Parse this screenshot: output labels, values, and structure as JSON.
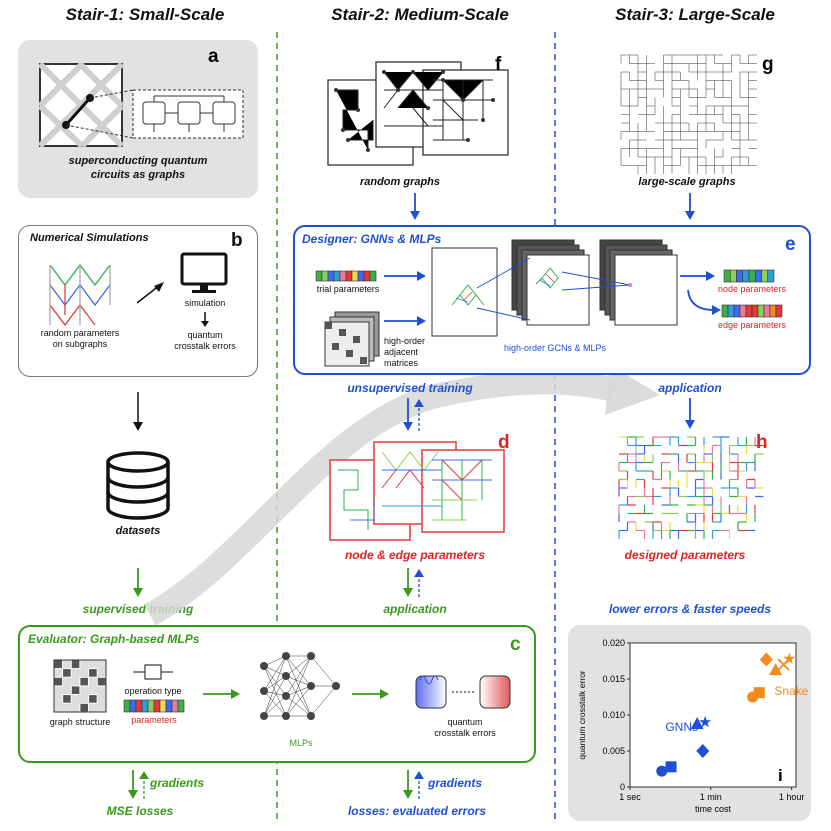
{
  "columns": {
    "stair1": "Stair-1: Small-Scale",
    "stair2": "Stair-2: Medium-Scale",
    "stair3": "Stair-3: Large-Scale"
  },
  "panel_a": {
    "letter": "a",
    "caption": "superconducting quantum\ncircuits as graphs"
  },
  "panel_b": {
    "letter": "b",
    "title": "Numerical Simulations",
    "left_caption": "random parameters\non subgraphs",
    "sim_label": "simulation",
    "out_label": "quantum\ncrosstalk errors"
  },
  "datasets_label": "datasets",
  "supervised_label": "supervised training",
  "panel_c": {
    "letter": "c",
    "title": "Evaluator: Graph-based MLPs",
    "graph_structure": "graph structure",
    "operation_type": "operation type",
    "parameters": "parameters",
    "mlps": "MLPs",
    "out_label": "quantum\ncrosstalk errors"
  },
  "gradients_left": "gradients",
  "mse_losses": "MSE losses",
  "panel_f": {
    "letter": "f",
    "caption": "random graphs"
  },
  "panel_g": {
    "letter": "g",
    "caption": "large-scale graphs"
  },
  "panel_e": {
    "letter": "e",
    "title": "Designer: GNNs & MLPs",
    "trial": "trial parameters",
    "adjacent": "high-order\nadjacent matrices",
    "gcn": "high-order GCNs & MLPs",
    "node": "node parameters",
    "edge": "edge parameters"
  },
  "unsupervised_label": "unsupervised training",
  "application_top": "application",
  "panel_d": {
    "letter": "d",
    "caption": "node & edge parameters"
  },
  "panel_h": {
    "letter": "h",
    "caption": "designed parameters"
  },
  "application_mid": "application",
  "gradients_mid": "gradients",
  "losses_eval": "losses: evaluated errors",
  "panel_i": {
    "letter": "i",
    "header": "lower errors & faster speeds"
  },
  "chart_data": {
    "type": "scatter",
    "xlabel": "time cost",
    "ylabel": "quantum crosstalk error",
    "x_ticks": [
      "1 sec",
      "1 min",
      "1 hour"
    ],
    "y_ticks": [
      "0",
      "0.005",
      "0.010",
      "0.015",
      "0.020"
    ],
    "ylim": [
      0,
      0.02
    ],
    "series": [
      {
        "name": "GNNs",
        "color": "#1f4fd6",
        "points": [
          {
            "marker": "circle",
            "x": 5,
            "y": 0.0022
          },
          {
            "marker": "square",
            "x": 8,
            "y": 0.0028
          },
          {
            "marker": "diamond",
            "x": 40,
            "y": 0.005
          },
          {
            "marker": "triangle",
            "x": 30,
            "y": 0.0088
          },
          {
            "marker": "star",
            "x": 45,
            "y": 0.009
          }
        ]
      },
      {
        "name": "Snake",
        "color": "#f28a1e",
        "points": [
          {
            "marker": "circle",
            "x": 500,
            "y": 0.0125
          },
          {
            "marker": "square",
            "x": 700,
            "y": 0.0131
          },
          {
            "marker": "diamond",
            "x": 1000,
            "y": 0.0177
          },
          {
            "marker": "triangle",
            "x": 1600,
            "y": 0.0163
          },
          {
            "marker": "cross",
            "x": 2400,
            "y": 0.017
          },
          {
            "marker": "star",
            "x": 3200,
            "y": 0.0178
          }
        ]
      }
    ]
  },
  "colors": {
    "green": "#3a9a1c",
    "blue": "#1f4fd6",
    "red": "#e02222",
    "orange": "#f28a1e"
  }
}
